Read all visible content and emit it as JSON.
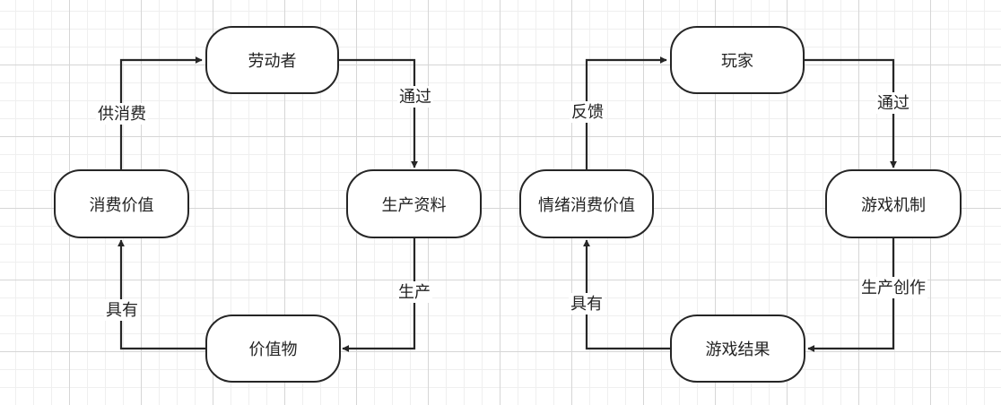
{
  "left_cycle": {
    "nodes": {
      "laborer": "劳动者",
      "means_of_production": "生产资料",
      "value_object": "价值物",
      "consumption_value": "消费价值"
    },
    "edges": {
      "laborer_to_means": "通过",
      "means_to_value_object": "生产",
      "value_object_to_consumption": "具有",
      "consumption_to_laborer": "供消费"
    }
  },
  "right_cycle": {
    "nodes": {
      "player": "玩家",
      "game_mechanics": "游戏机制",
      "game_result": "游戏结果",
      "emotional_value": "情绪消费价值"
    },
    "edges": {
      "player_to_mechanics": "通过",
      "mechanics_to_result": "生产创作",
      "result_to_emotional": "具有",
      "emotional_to_player": "反馈"
    }
  }
}
